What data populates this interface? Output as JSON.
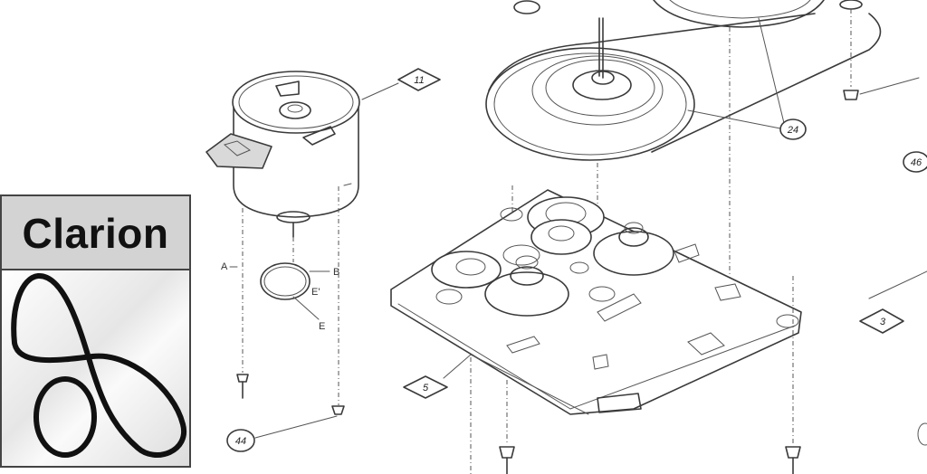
{
  "brand": {
    "name": "Clarion"
  },
  "callouts": [
    {
      "id": "callout-11",
      "label": "11"
    },
    {
      "id": "callout-24",
      "label": "24"
    },
    {
      "id": "callout-46",
      "label": "46"
    },
    {
      "id": "callout-3",
      "label": "3"
    },
    {
      "id": "callout-5",
      "label": "5"
    },
    {
      "id": "callout-44",
      "label": "44"
    }
  ],
  "letters": {
    "a": "A",
    "b": "B",
    "e_prime": "E'",
    "e": "E"
  }
}
